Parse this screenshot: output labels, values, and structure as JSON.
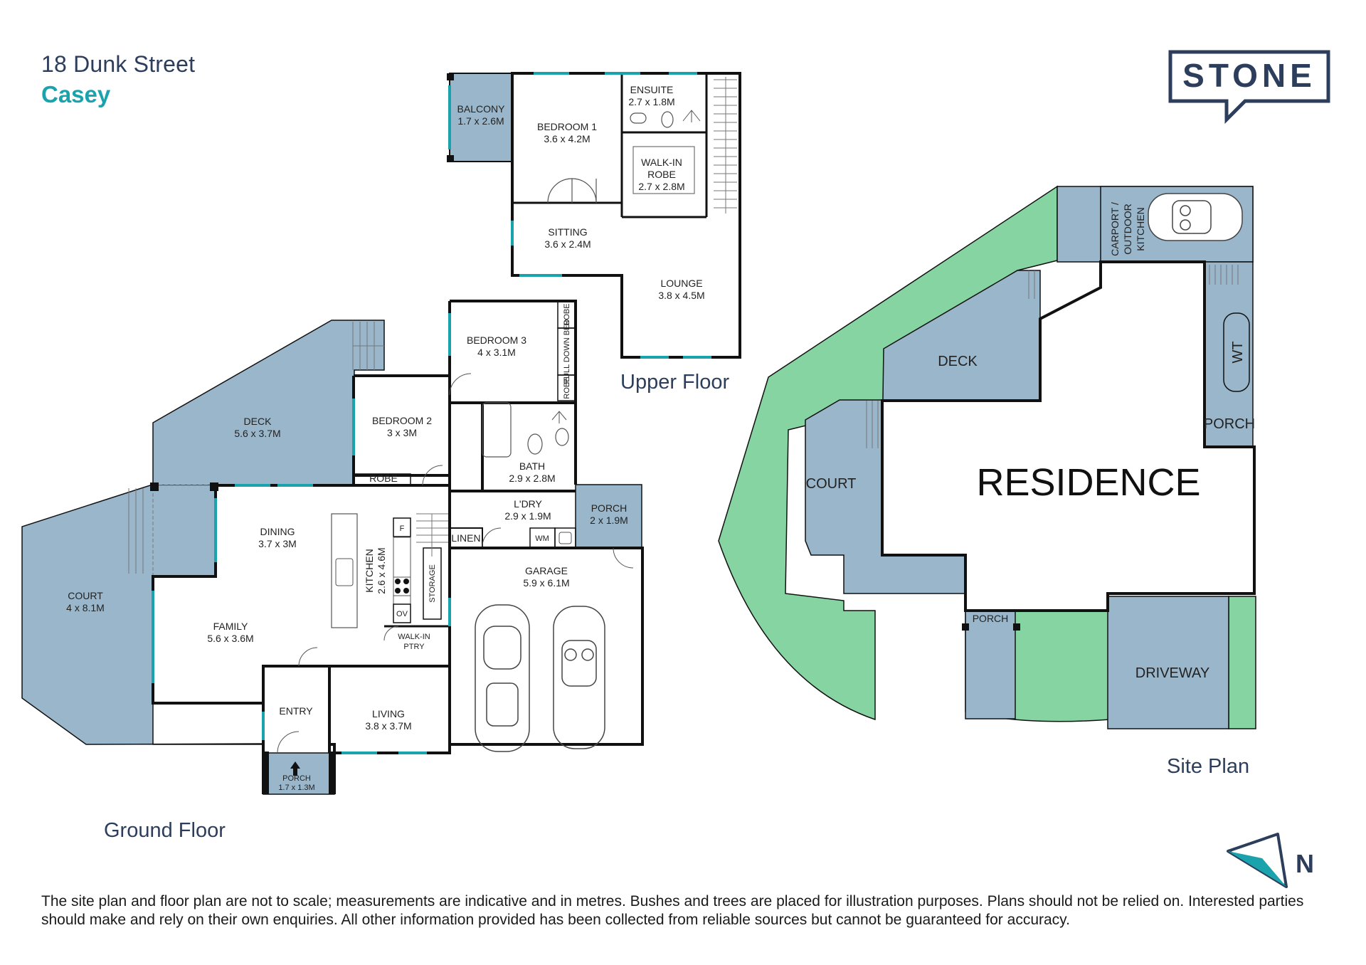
{
  "header": {
    "address": "18 Dunk Street",
    "suburb": "Casey"
  },
  "logo": {
    "text": "STONE",
    "color": "#2c3e5c"
  },
  "colors": {
    "room_fill": "#9ab6cb",
    "wall": "#111111",
    "window": "#1aa3ad",
    "garden": "#86d4a2",
    "title": "#2c3e5c"
  },
  "sections": {
    "ground": "Ground Floor",
    "upper": "Upper Floor",
    "site": "Site Plan"
  },
  "upper_rooms": {
    "balcony": {
      "name": "BALCONY",
      "size": "1.7 x 2.6M"
    },
    "bedroom1": {
      "name": "BEDROOM 1",
      "size": "3.6 x 4.2M"
    },
    "ensuite": {
      "name": "ENSUITE",
      "size": "2.7 x 1.8M"
    },
    "wir": {
      "name1": "WALK-IN",
      "name2": "ROBE",
      "size": "2.7 x 2.8M"
    },
    "sitting": {
      "name": "SITTING",
      "size": "3.6 x 2.4M"
    },
    "lounge": {
      "name": "LOUNGE",
      "size": "3.8 x 4.5M"
    }
  },
  "ground_rooms": {
    "deck": {
      "name": "DECK",
      "size": "5.6 x 3.7M"
    },
    "bedroom2": {
      "name": "BEDROOM 2",
      "size": "3 x 3M"
    },
    "bedroom3": {
      "name": "BEDROOM 3",
      "size": "4 x 3.1M"
    },
    "robe": "ROBE",
    "pulldown": "PULL DOWN BED",
    "bath": {
      "name": "BATH",
      "size": "2.9 x 2.8M"
    },
    "laundry": {
      "name": "L'DRY",
      "size": "2.9 x 1.9M"
    },
    "linen": "LINEN",
    "wm": "WM",
    "porch_east": {
      "name": "PORCH",
      "size": "2 x 1.9M"
    },
    "court": {
      "name": "COURT",
      "size": "4 x 8.1M"
    },
    "dining": {
      "name": "DINING",
      "size": "3.7 x 3M"
    },
    "family": {
      "name": "FAMILY",
      "size": "5.6 x 3.6M"
    },
    "kitchen": {
      "name": "KITCHEN",
      "size": "2.6 x 4.6M"
    },
    "fridge": "F",
    "oven": "OV",
    "storage": "STORAGE",
    "pantry": {
      "name1": "WALK-IN",
      "name2": "PTRY"
    },
    "garage": {
      "name": "GARAGE",
      "size": "5.9 x 6.1M"
    },
    "entry": "ENTRY",
    "living": {
      "name": "LIVING",
      "size": "3.8 x 3.7M"
    },
    "porch_front": {
      "name": "PORCH",
      "size": "1.7 x 1.3M"
    }
  },
  "site": {
    "residence": "RESIDENCE",
    "deck": "DECK",
    "court": "COURT",
    "carport1": "CARPORT /",
    "carport2": "OUTDOOR",
    "carport3": "KITCHEN",
    "wt": "WT",
    "porch_east": "PORCH",
    "porch_south": "PORCH",
    "driveway": "DRIVEWAY"
  },
  "compass": "N",
  "disclaimer": "The site plan and floor plan are not to scale; measurements are indicative and in metres. Bushes and trees are placed for illustration purposes. Plans should not be relied on. Interested parties should make and rely on their own enquiries. All other information provided has been collected from reliable sources but cannot be guaranteed for accuracy."
}
